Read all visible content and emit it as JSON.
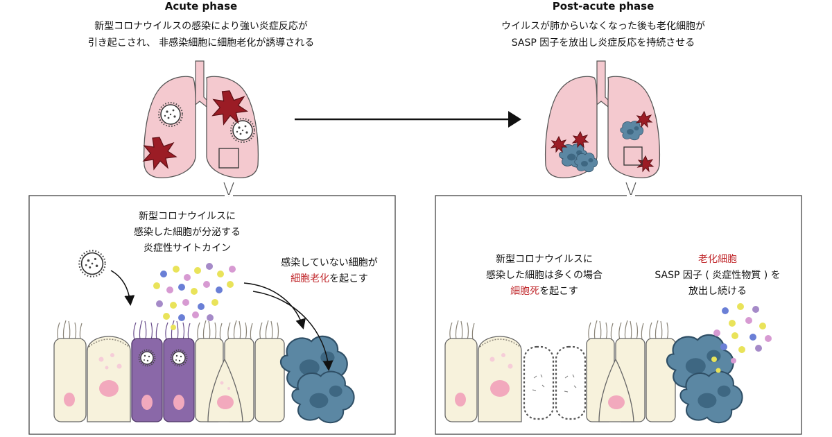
{
  "colors": {
    "lung_fill": "#f4c9cf",
    "damage_red": "#9b1c25",
    "senescent_blue": "#5b87a3",
    "infected_purple": "#8a68a8",
    "cell_cream": "#f7f2dc",
    "nucleus_pink": "#f2a9bd",
    "highlight_red": "#c0262a"
  },
  "acute": {
    "title": "Acute phase",
    "desc_line1": "新型コロナウイルスの感染により強い炎症反応が",
    "desc_line2": "引き起こされ、 非感染細胞に細胞老化が誘導される",
    "label_virus_1": "新型コロナウイルスに",
    "label_virus_2": "感染した細胞が分泌する",
    "label_virus_3": "炎症性サイトカイン",
    "label_uninfected_1": "感染していない細胞が",
    "label_uninfected_2_red": "細胞老化",
    "label_uninfected_2_rest": "を起こす"
  },
  "post": {
    "title": "Post-acute phase",
    "desc_line1": "ウイルスが肺からいなくなった後も老化細胞が",
    "desc_line2": "SASP 因子を放出し炎症反応を持続させる",
    "label_death_1": "新型コロナウイルスに",
    "label_death_2": "感染した細胞は多くの場合",
    "label_death_3_red": "細胞死",
    "label_death_3_rest": "を起こす",
    "label_sen_1_red": "老化細胞",
    "label_sen_2": "SASP 因子 ( 炎症性物質 ) を",
    "label_sen_3": "放出し続ける"
  }
}
